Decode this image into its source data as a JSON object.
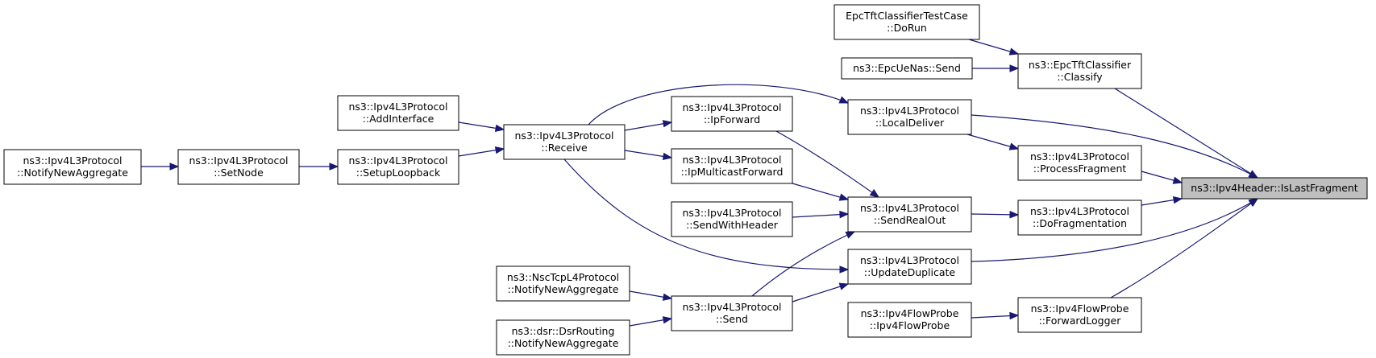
{
  "graph": {
    "title": "",
    "direction": "right-to-left caller graph",
    "colors": {
      "edge": "#191970",
      "node_border": "#000000",
      "focus_fill": "#bfbfbf",
      "node_fill": "#ffffff"
    },
    "nodes": [
      {
        "id": "islastfragment",
        "lines": [
          "ns3::Ipv4Header::IsLastFragment"
        ],
        "focus": true
      },
      {
        "id": "classify",
        "lines": [
          "ns3::EpcTftClassifier",
          "::Classify"
        ]
      },
      {
        "id": "localdeliver",
        "lines": [
          "ns3::Ipv4L3Protocol",
          "::LocalDeliver"
        ]
      },
      {
        "id": "processfragment",
        "lines": [
          "ns3::Ipv4L3Protocol",
          "::ProcessFragment"
        ]
      },
      {
        "id": "dofragmentation",
        "lines": [
          "ns3::Ipv4L3Protocol",
          "::DoFragmentation"
        ]
      },
      {
        "id": "updateduplicate",
        "lines": [
          "ns3::Ipv4L3Protocol",
          "::UpdateDuplicate"
        ]
      },
      {
        "id": "forwardlogger",
        "lines": [
          "ns3::Ipv4FlowProbe",
          "::ForwardLogger"
        ]
      },
      {
        "id": "dorun",
        "lines": [
          "EpcTftClassifierTestCase",
          "::DoRun"
        ]
      },
      {
        "id": "epcuenas",
        "lines": [
          "ns3::EpcUeNas::Send"
        ]
      },
      {
        "id": "receive",
        "lines": [
          "ns3::Ipv4L3Protocol",
          "::Receive"
        ]
      },
      {
        "id": "sendrealout",
        "lines": [
          "ns3::Ipv4L3Protocol",
          "::SendRealOut"
        ]
      },
      {
        "id": "send",
        "lines": [
          "ns3::Ipv4L3Protocol",
          "::Send"
        ]
      },
      {
        "id": "ipv4flowprobe",
        "lines": [
          "ns3::Ipv4FlowProbe",
          "::Ipv4FlowProbe"
        ]
      },
      {
        "id": "ipforward",
        "lines": [
          "ns3::Ipv4L3Protocol",
          "::IpForward"
        ]
      },
      {
        "id": "ipmulticastforward",
        "lines": [
          "ns3::Ipv4L3Protocol",
          "::IpMulticastForward"
        ]
      },
      {
        "id": "sendwithheader",
        "lines": [
          "ns3::Ipv4L3Protocol",
          "::SendWithHeader"
        ]
      },
      {
        "id": "addinterface",
        "lines": [
          "ns3::Ipv4L3Protocol",
          "::AddInterface"
        ]
      },
      {
        "id": "setuploopback",
        "lines": [
          "ns3::Ipv4L3Protocol",
          "::SetupLoopback"
        ]
      },
      {
        "id": "setnode",
        "lines": [
          "ns3::Ipv4L3Protocol",
          "::SetNode"
        ]
      },
      {
        "id": "notifynewaggregate_ipv4",
        "lines": [
          "ns3::Ipv4L3Protocol",
          "::NotifyNewAggregate"
        ]
      },
      {
        "id": "nsctcp",
        "lines": [
          "ns3::NscTcpL4Protocol",
          "::NotifyNewAggregate"
        ]
      },
      {
        "id": "dsrrouting",
        "lines": [
          "ns3::dsr::DsrRouting",
          "::NotifyNewAggregate"
        ]
      }
    ],
    "edges": [
      {
        "from": "classify",
        "to": "islastfragment"
      },
      {
        "from": "localdeliver",
        "to": "islastfragment"
      },
      {
        "from": "processfragment",
        "to": "islastfragment"
      },
      {
        "from": "dofragmentation",
        "to": "islastfragment"
      },
      {
        "from": "updateduplicate",
        "to": "islastfragment"
      },
      {
        "from": "forwardlogger",
        "to": "islastfragment"
      },
      {
        "from": "dorun",
        "to": "classify"
      },
      {
        "from": "epcuenas",
        "to": "classify"
      },
      {
        "from": "receive",
        "to": "localdeliver"
      },
      {
        "from": "localdeliver",
        "to": "processfragment"
      },
      {
        "from": "sendrealout",
        "to": "dofragmentation"
      },
      {
        "from": "receive",
        "to": "updateduplicate"
      },
      {
        "from": "send",
        "to": "updateduplicate"
      },
      {
        "from": "ipv4flowprobe",
        "to": "forwardlogger"
      },
      {
        "from": "ipforward",
        "to": "sendrealout"
      },
      {
        "from": "ipmulticastforward",
        "to": "sendrealout"
      },
      {
        "from": "sendwithheader",
        "to": "sendrealout"
      },
      {
        "from": "send",
        "to": "sendrealout"
      },
      {
        "from": "receive",
        "to": "ipforward"
      },
      {
        "from": "receive",
        "to": "ipmulticastforward"
      },
      {
        "from": "addinterface",
        "to": "receive"
      },
      {
        "from": "setuploopback",
        "to": "receive"
      },
      {
        "from": "setnode",
        "to": "setuploopback"
      },
      {
        "from": "notifynewaggregate_ipv4",
        "to": "setnode"
      },
      {
        "from": "nsctcp",
        "to": "send"
      },
      {
        "from": "dsrrouting",
        "to": "send"
      }
    ]
  }
}
